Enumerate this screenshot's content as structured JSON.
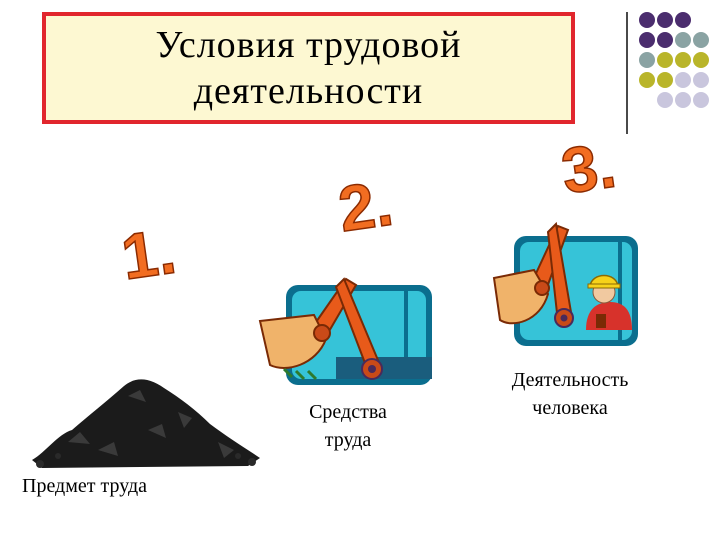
{
  "title": {
    "line1": "Условия трудовой",
    "line2": "деятельности"
  },
  "steps": [
    {
      "number": "1.",
      "caption": "Предмет труда",
      "illustration": "coal-pile-icon"
    },
    {
      "number": "2.",
      "caption_line1": "Средства",
      "caption_line2": "труда",
      "illustration": "excavator-icon"
    },
    {
      "number": "3.",
      "caption_line1": "Деятельность",
      "caption_line2": "человека",
      "illustration": "excavator-with-worker-icon"
    }
  ],
  "decor": {
    "dot_colors": {
      "purple": "#4b2d6e",
      "teal": "#8aa3a3",
      "olive": "#b9b52a",
      "lavender": "#c9c6dd"
    }
  },
  "colors": {
    "title_border": "#e1262d",
    "title_bg": "#fdf8d2",
    "number_fill": "#f26d21"
  }
}
